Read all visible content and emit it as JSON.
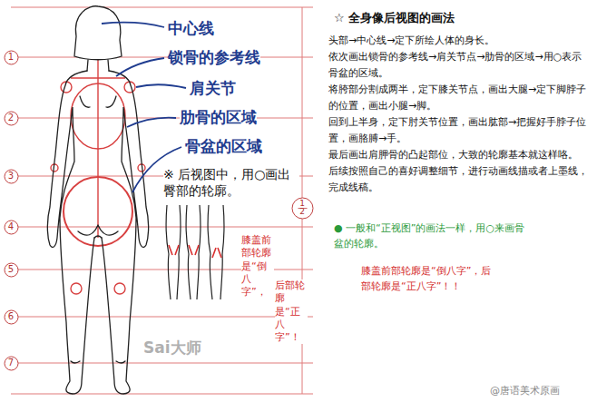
{
  "diagram": {
    "title": "☆ 全身像后视图的画法",
    "nodes": [
      {
        "text": [
          "1"
        ]
      },
      {
        "text": [
          "2"
        ]
      },
      {
        "text": [
          "3"
        ]
      },
      {
        "text": [
          "4"
        ]
      },
      {
        "text": [
          "5"
        ]
      },
      {
        "text": [
          "6"
        ]
      },
      {
        "text": [
          "7"
        ]
      },
      {
        "text": [
          "1",
          "2"
        ]
      }
    ],
    "labels": [
      "中心线",
      "锁骨的参考线",
      "肩关节",
      "肋骨的区域",
      "骨盆的区域",
      "※ 后视图中，用○画出臀部的轮廓。",
      "头部→中心线→定下所绘人体的身长。",
      "依次画出锁骨的参考线→肩关节点→肋骨的区域→用○表示骨盆的区域。",
      "将胯部分割成两半，定下膝关节点，画出大腿→定下脚脖子的位置，画出小腿→脚。",
      "回到上半身，定下肘关节位置，画出肱部→把握好手脖子位置，画胳膊→手。",
      "最后画出肩胛骨的凸起部位，大致的轮廓基本就这样咯。",
      "后续按照自己的喜好调整细节，进行动画线描或者上墨线，完成线稿。",
      "● 一般和“正视图”的画法一样，用○来画骨盆的轮廓。",
      "膝盖前部轮廓是“倒八字”，后部轮廓是“正八字”！！",
      "膝盖前部轮廓是“倒八字”，",
      "后部轮廓是“正八字”！",
      "Sai大师",
      "@唐语美术原画"
    ]
  }
}
